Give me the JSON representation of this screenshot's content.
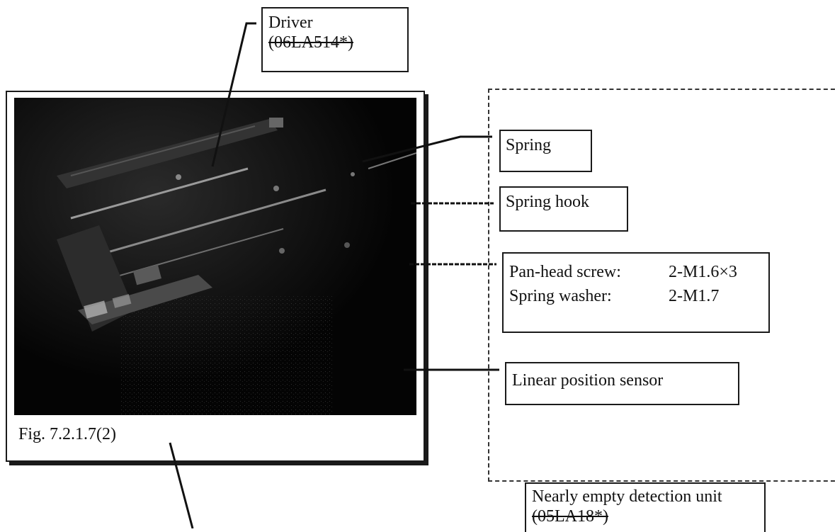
{
  "figure": {
    "caption": "Fig. 7.2.1.7(2)"
  },
  "labels": {
    "driver": {
      "title": "Driver",
      "part_no": "(06LA514*)"
    },
    "spring": "Spring",
    "spring_hook": "Spring hook",
    "fasteners": [
      {
        "name": "Pan-head screw:",
        "spec": "2-M1.6×3"
      },
      {
        "name": "Spring washer:",
        "spec": "2-M1.7"
      }
    ],
    "linear_sensor": "Linear position sensor",
    "nearly_empty": {
      "title": "Nearly empty detection unit",
      "part_no": "(05LA18*)"
    }
  }
}
